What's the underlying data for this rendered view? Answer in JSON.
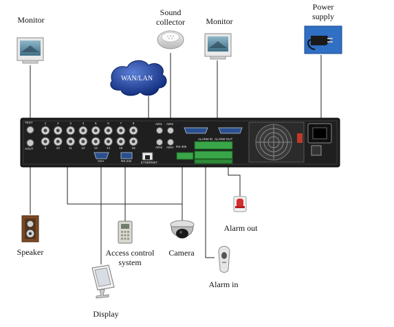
{
  "labels": {
    "monitor_left": "Monitor",
    "sound_collector": "Sound\ncollector",
    "monitor_right": "Monitor",
    "power_supply": "Power\nsupply",
    "wan_lan": "WAN/LAN",
    "speaker": "Speaker",
    "access_control": "Access control\nsystem",
    "camera": "Camera",
    "alarm_out": "Alarm out",
    "alarm_in": "Alarm in",
    "display": "Display"
  },
  "panel": {
    "video_in_top": [
      "1",
      "2",
      "3",
      "4",
      "5",
      "6",
      "7",
      "8"
    ],
    "video_in_bottom": [
      "9",
      "10",
      "11",
      "12",
      "13",
      "14",
      "15",
      "16"
    ],
    "test": "TEST",
    "aout": "AOUT",
    "ain1": "AIN1",
    "ain2": "AIN2",
    "ain3": "AIN3",
    "ain4": "AIN4",
    "vga": "VGA",
    "rs232": "RS-232",
    "ethernet": "ETHERNET",
    "rs485": "RS-485",
    "alarm_in": "ALARM IN",
    "alarm_out": "ALARM OUT"
  },
  "colors": {
    "panel": "#1f1f1f",
    "line": "#222222",
    "cloud": "#1e3a8a"
  }
}
